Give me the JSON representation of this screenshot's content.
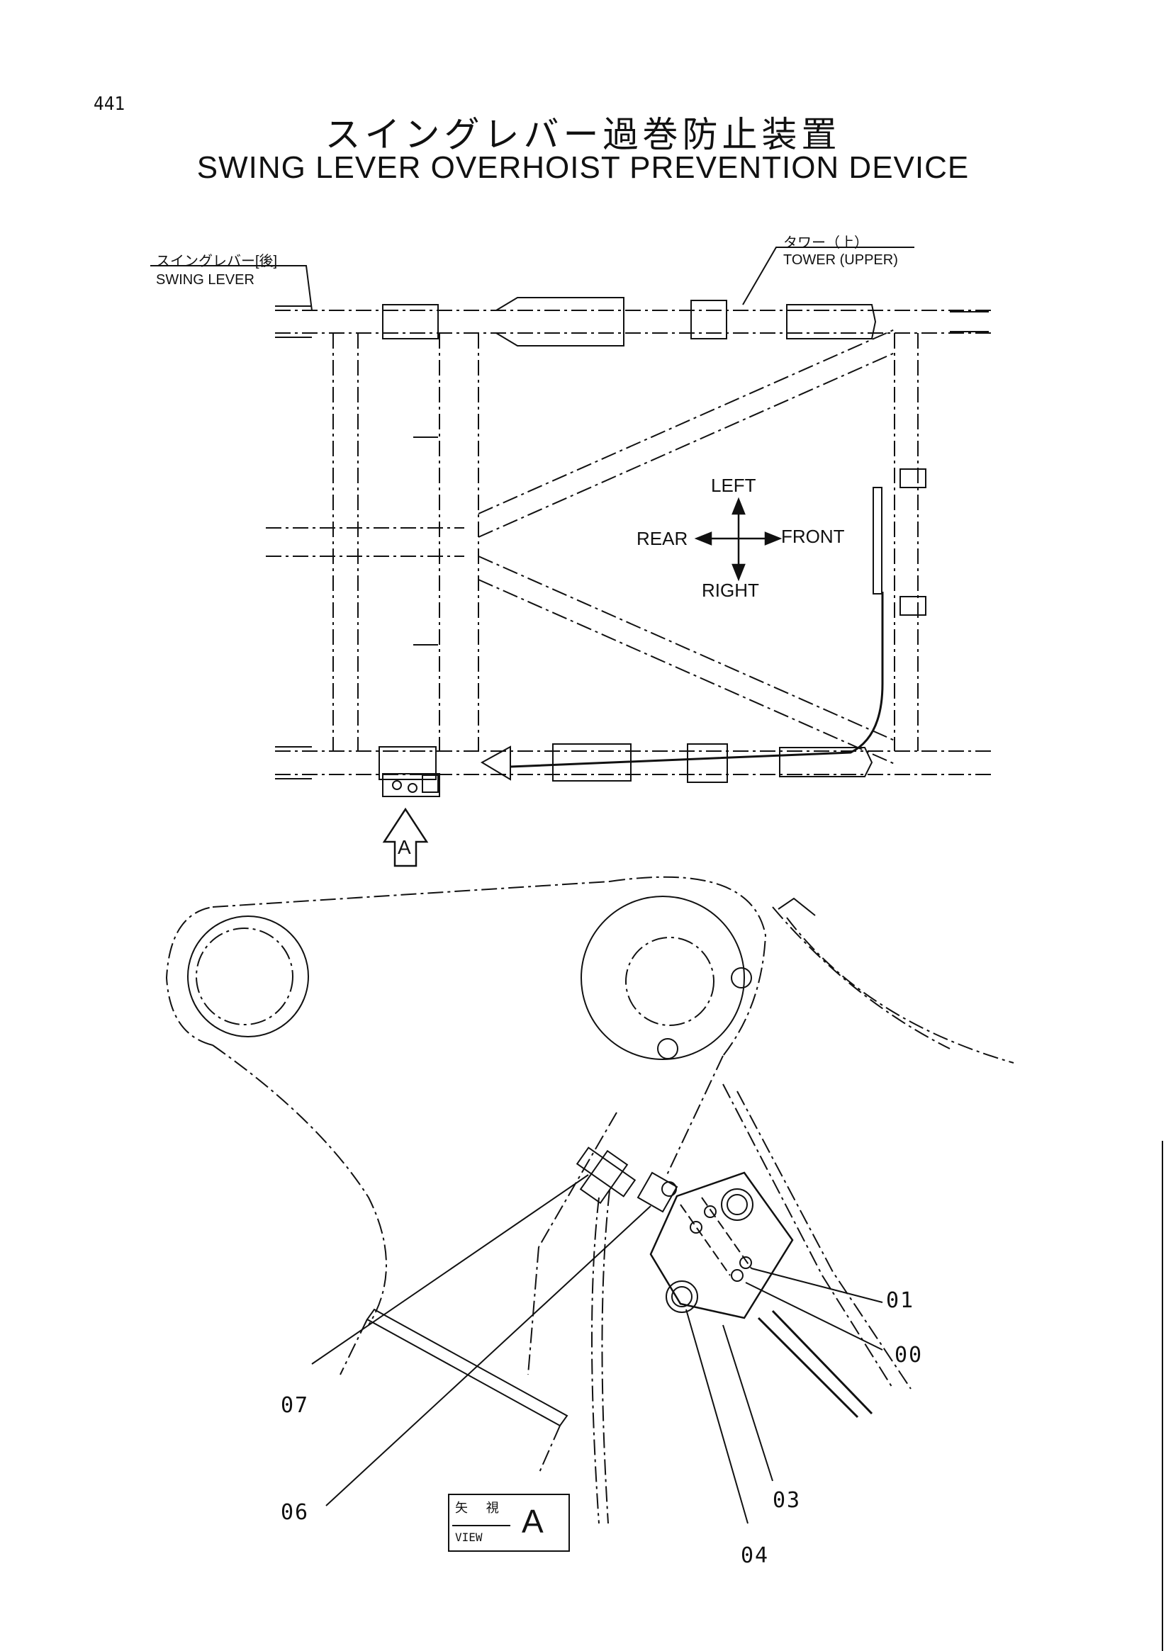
{
  "page": {
    "number": "441"
  },
  "title": {
    "japanese": "スイングレバー過巻防止装置",
    "english": "SWING LEVER OVERHOIST PREVENTION DEVICE"
  },
  "top_view": {
    "swing_lever_jp": "スイングレバー[後]",
    "swing_lever_en": "SWING LEVER",
    "tower_jp": "タワー（上）",
    "tower_en": "TOWER (UPPER)",
    "compass": {
      "up": "LEFT",
      "left": "REAR",
      "right": "FRONT",
      "down": "RIGHT"
    },
    "view_arrow_label": "A"
  },
  "detail_view": {
    "parts": [
      "00",
      "01",
      "03",
      "04",
      "06",
      "07"
    ],
    "view_label_jp": "矢 視",
    "view_label_en": "VIEW",
    "view_letter": "A"
  }
}
